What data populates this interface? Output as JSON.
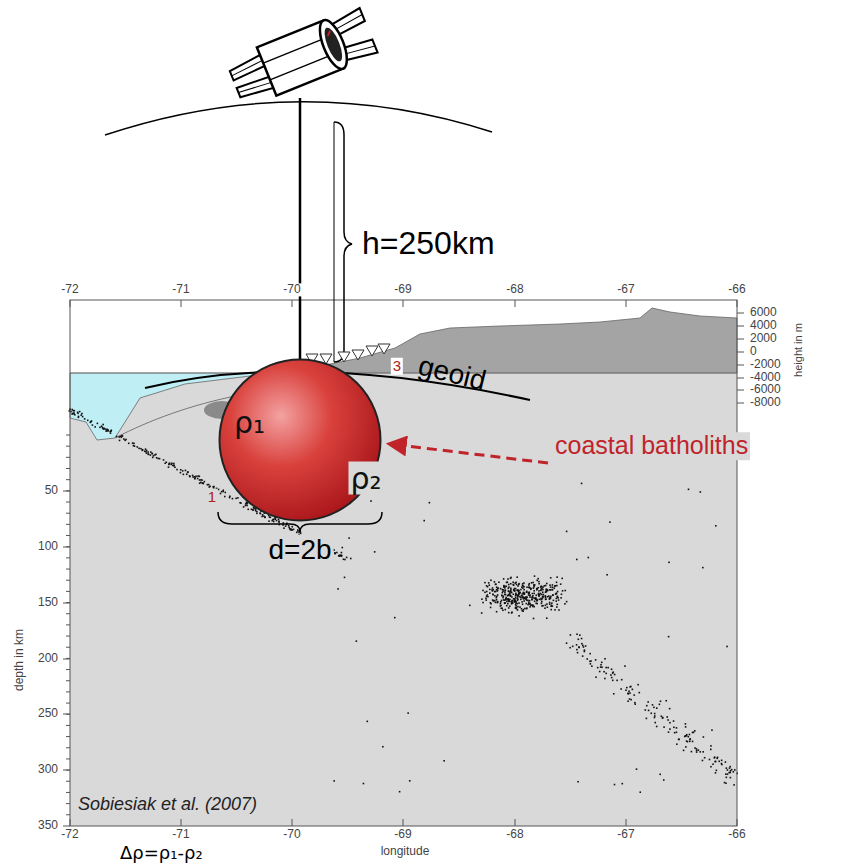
{
  "diagram": {
    "nodes": [
      {
        "text": [
          "ρ₁"
        ]
      }
    ],
    "labels": [
      "h=250km",
      "-72",
      "-71",
      "-70",
      "-69",
      "-68",
      "-67",
      "-66",
      "6000",
      "4000",
      "2000",
      "0",
      "-2000",
      "-4000",
      "-6000",
      "-8000",
      "height in m",
      "3",
      "geoid",
      "ρ₂",
      "coastal batholiths",
      "50",
      "100",
      "150",
      "200",
      "250",
      "300",
      "350",
      "depth in km",
      "1",
      "d=2b",
      "Sobiesiak et al. (2007)",
      "-72",
      "-71",
      "-70",
      "-69",
      "-68",
      "-67",
      "-66",
      "longitude",
      "Δρ=ρ₁-ρ₂"
    ]
  }
}
